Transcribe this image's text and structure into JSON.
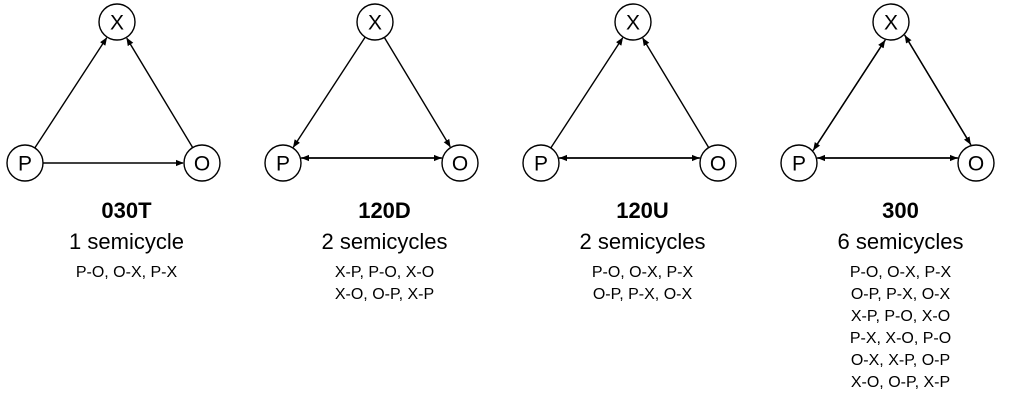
{
  "nodes": {
    "x": "X",
    "p": "P",
    "o": "O"
  },
  "panels": [
    {
      "code": "030T",
      "count": "1 semicycle",
      "cycles": [
        "P-O, O-X, P-X"
      ],
      "edges": [
        [
          "P",
          "X"
        ],
        [
          "O",
          "X"
        ],
        [
          "P",
          "O"
        ]
      ]
    },
    {
      "code": "120D",
      "count": "2 semicycles",
      "cycles": [
        "X-P, P-O, X-O",
        "X-O, O-P, X-P"
      ],
      "edges": [
        [
          "X",
          "P"
        ],
        [
          "X",
          "O"
        ],
        [
          "P",
          "O"
        ],
        [
          "O",
          "P"
        ]
      ]
    },
    {
      "code": "120U",
      "count": "2 semicycles",
      "cycles": [
        "P-O, O-X, P-X",
        "O-P, P-X, O-X"
      ],
      "edges": [
        [
          "P",
          "X"
        ],
        [
          "O",
          "X"
        ],
        [
          "P",
          "O"
        ],
        [
          "O",
          "P"
        ]
      ]
    },
    {
      "code": "300",
      "count": "6 semicycles",
      "cycles": [
        "P-O, O-X, P-X",
        "O-P, P-X, O-X",
        "X-P, P-O, X-O",
        "P-X, X-O, P-O",
        "O-X, X-P, O-P",
        "X-O, O-P, X-P"
      ],
      "edges": [
        [
          "P",
          "X"
        ],
        [
          "X",
          "P"
        ],
        [
          "O",
          "X"
        ],
        [
          "X",
          "O"
        ],
        [
          "P",
          "O"
        ],
        [
          "O",
          "P"
        ]
      ]
    }
  ]
}
